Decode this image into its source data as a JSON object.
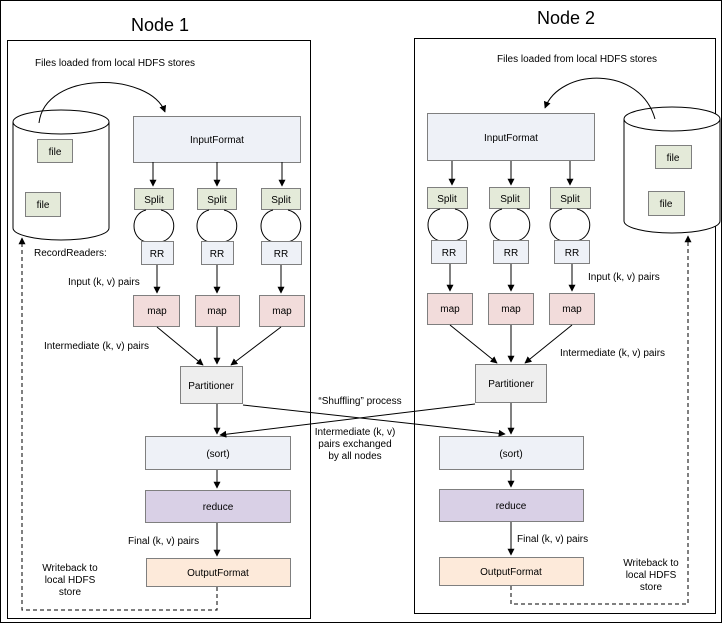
{
  "diagram": {
    "node1": {
      "title": "Node 1",
      "files_label": "Files loaded from local HDFS stores",
      "files": [
        "file",
        "file"
      ],
      "input_format": "InputFormat",
      "splits": [
        "Split",
        "Split",
        "Split"
      ],
      "rr": [
        "RR",
        "RR",
        "RR"
      ],
      "record_readers_label": "RecordReaders:",
      "input_pairs_label": "Input (k, v) pairs",
      "maps": [
        "map",
        "map",
        "map"
      ],
      "intermediate_label": "Intermediate (k, v) pairs",
      "partitioner": "Partitioner",
      "sort": "(sort)",
      "reduce": "reduce",
      "final_label": "Final (k, v) pairs",
      "output_format": "OutputFormat",
      "writeback_lines": [
        "Writeback to",
        "local HDFS",
        "store"
      ]
    },
    "node2": {
      "title": "Node 2",
      "files_label": "Files loaded from local HDFS stores",
      "files": [
        "file",
        "file"
      ],
      "input_format": "InputFormat",
      "splits": [
        "Split",
        "Split",
        "Split"
      ],
      "rr": [
        "RR",
        "RR",
        "RR"
      ],
      "input_pairs_label": "Input (k, v) pairs",
      "maps": [
        "map",
        "map",
        "map"
      ],
      "intermediate_label": "Intermediate (k, v) pairs",
      "partitioner": "Partitioner",
      "sort": "(sort)",
      "reduce": "reduce",
      "final_label": "Final (k, v) pairs",
      "output_format": "OutputFormat",
      "writeback_lines": [
        "Writeback to",
        "local HDFS",
        "store"
      ]
    },
    "shuffle": {
      "title": "“Shuffling” process",
      "lines": [
        "Intermediate (k, v)",
        "pairs exchanged",
        "by all nodes"
      ]
    },
    "colors": {
      "input_format": "#eef1f7",
      "split": "#e4ead9",
      "rr": "#eef1f7",
      "map": "#f2dcdb",
      "partitioner": "#eeeeee",
      "sort": "#eef1f7",
      "reduce": "#d9d0e6",
      "output_format": "#fdeada",
      "file": "#e4ead9",
      "stroke": "#7f7f7f"
    }
  }
}
